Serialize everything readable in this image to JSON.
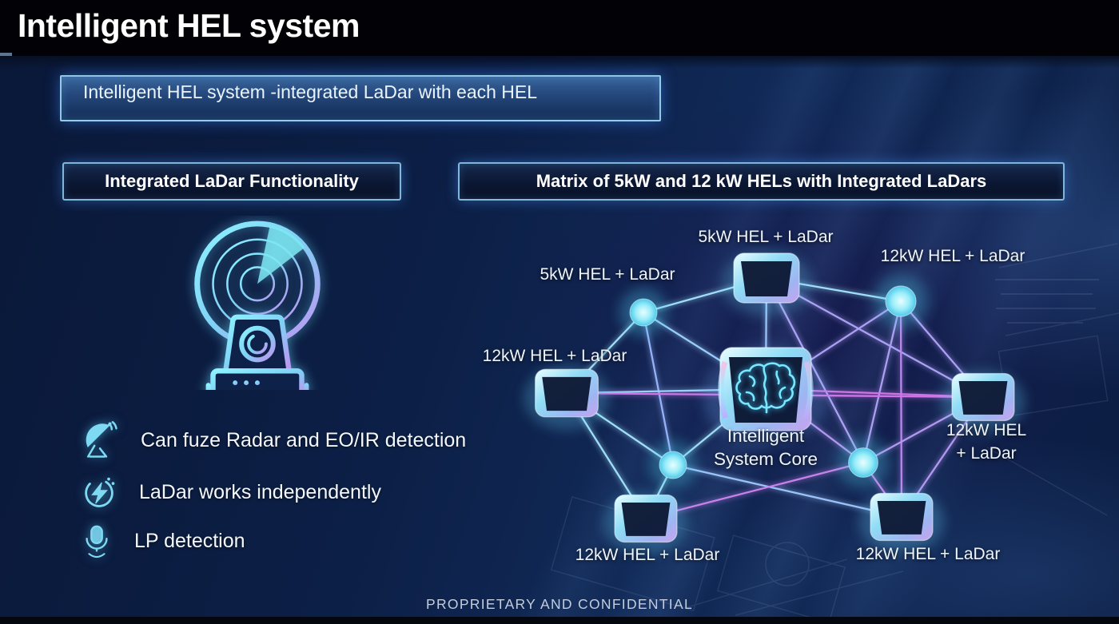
{
  "page": {
    "title": "Intelligent HEL system",
    "footer": "PROPRIETARY AND CONFIDENTIAL"
  },
  "banner": {
    "text": "Intelligent HEL system -integrated LaDar with each HEL"
  },
  "left_section": {
    "header": "Integrated LaDar Functionality",
    "main_icon": "radar-camera-icon",
    "bullets": [
      {
        "icon": "satellite-dish-icon",
        "text": "Can fuze Radar and EO/IR detection"
      },
      {
        "icon": "lightning-circle-icon",
        "text": "LaDar works independently"
      },
      {
        "icon": "microphone-icon",
        "text": "LP detection"
      }
    ]
  },
  "right_section": {
    "header": "Matrix of 5kW and 12 kW HELs with Integrated LaDars",
    "core": {
      "icon": "brain-icon",
      "label_line1": "Intelligent",
      "label_line2": "System Core"
    },
    "node_labels": {
      "top": "5kW HEL + LaDar",
      "upper_left": "5kW HEL + LaDar",
      "upper_right": "12kW HEL + LaDar",
      "left": "12kW HEL + LaDar",
      "right_line1": "12kW HEL",
      "right_line2": "+ LaDar",
      "bottom_left": "12kW HEL + LaDar",
      "bottom_right": "12kW HEL + LaDar"
    }
  },
  "colors": {
    "background_navy": "#0c1f46",
    "title_bar_black": "#020206",
    "accent_cyan": "#7fe0f6",
    "accent_purple": "#b48cf8",
    "accent_magenta": "#d678ee",
    "text_white": "#f4f8fc"
  }
}
